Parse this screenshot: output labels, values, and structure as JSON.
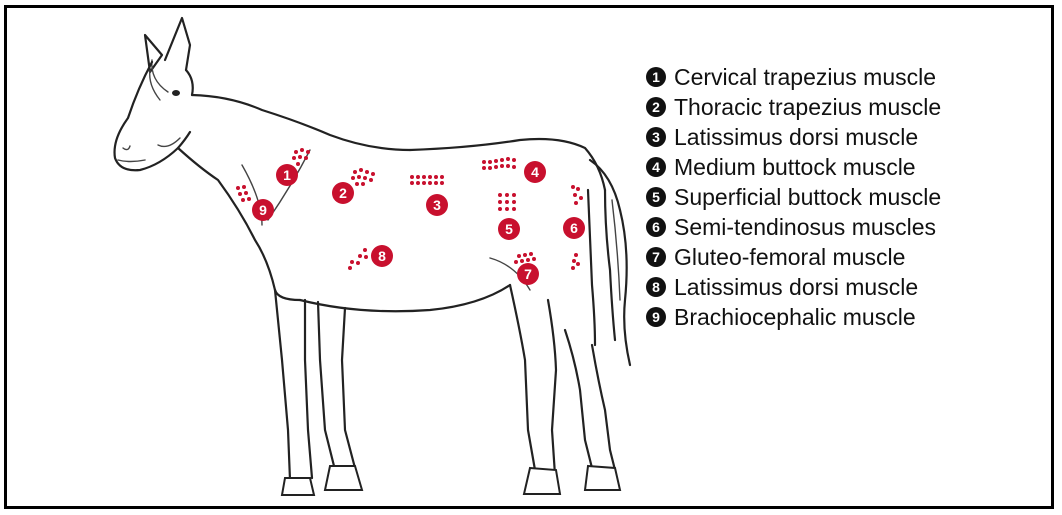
{
  "figure": {
    "marker_color": "#c8102e",
    "legend": [
      {
        "number": "1",
        "label": "Cervical trapezius muscle"
      },
      {
        "number": "2",
        "label": "Thoracic trapezius muscle"
      },
      {
        "number": "3",
        "label": "Latissimus dorsi muscle"
      },
      {
        "number": "4",
        "label": "Medium buttock muscle"
      },
      {
        "number": "5",
        "label": "Superficial buttock muscle"
      },
      {
        "number": "6",
        "label": "Semi-tendinosus muscles"
      },
      {
        "number": "7",
        "label": "Gluteo-femoral muscle"
      },
      {
        "number": "8",
        "label": "Latissimus dorsi muscle"
      },
      {
        "number": "9",
        "label": "Brachiocephalic muscle"
      }
    ],
    "markers": [
      "1",
      "2",
      "3",
      "4",
      "5",
      "6",
      "7",
      "8",
      "9"
    ]
  }
}
